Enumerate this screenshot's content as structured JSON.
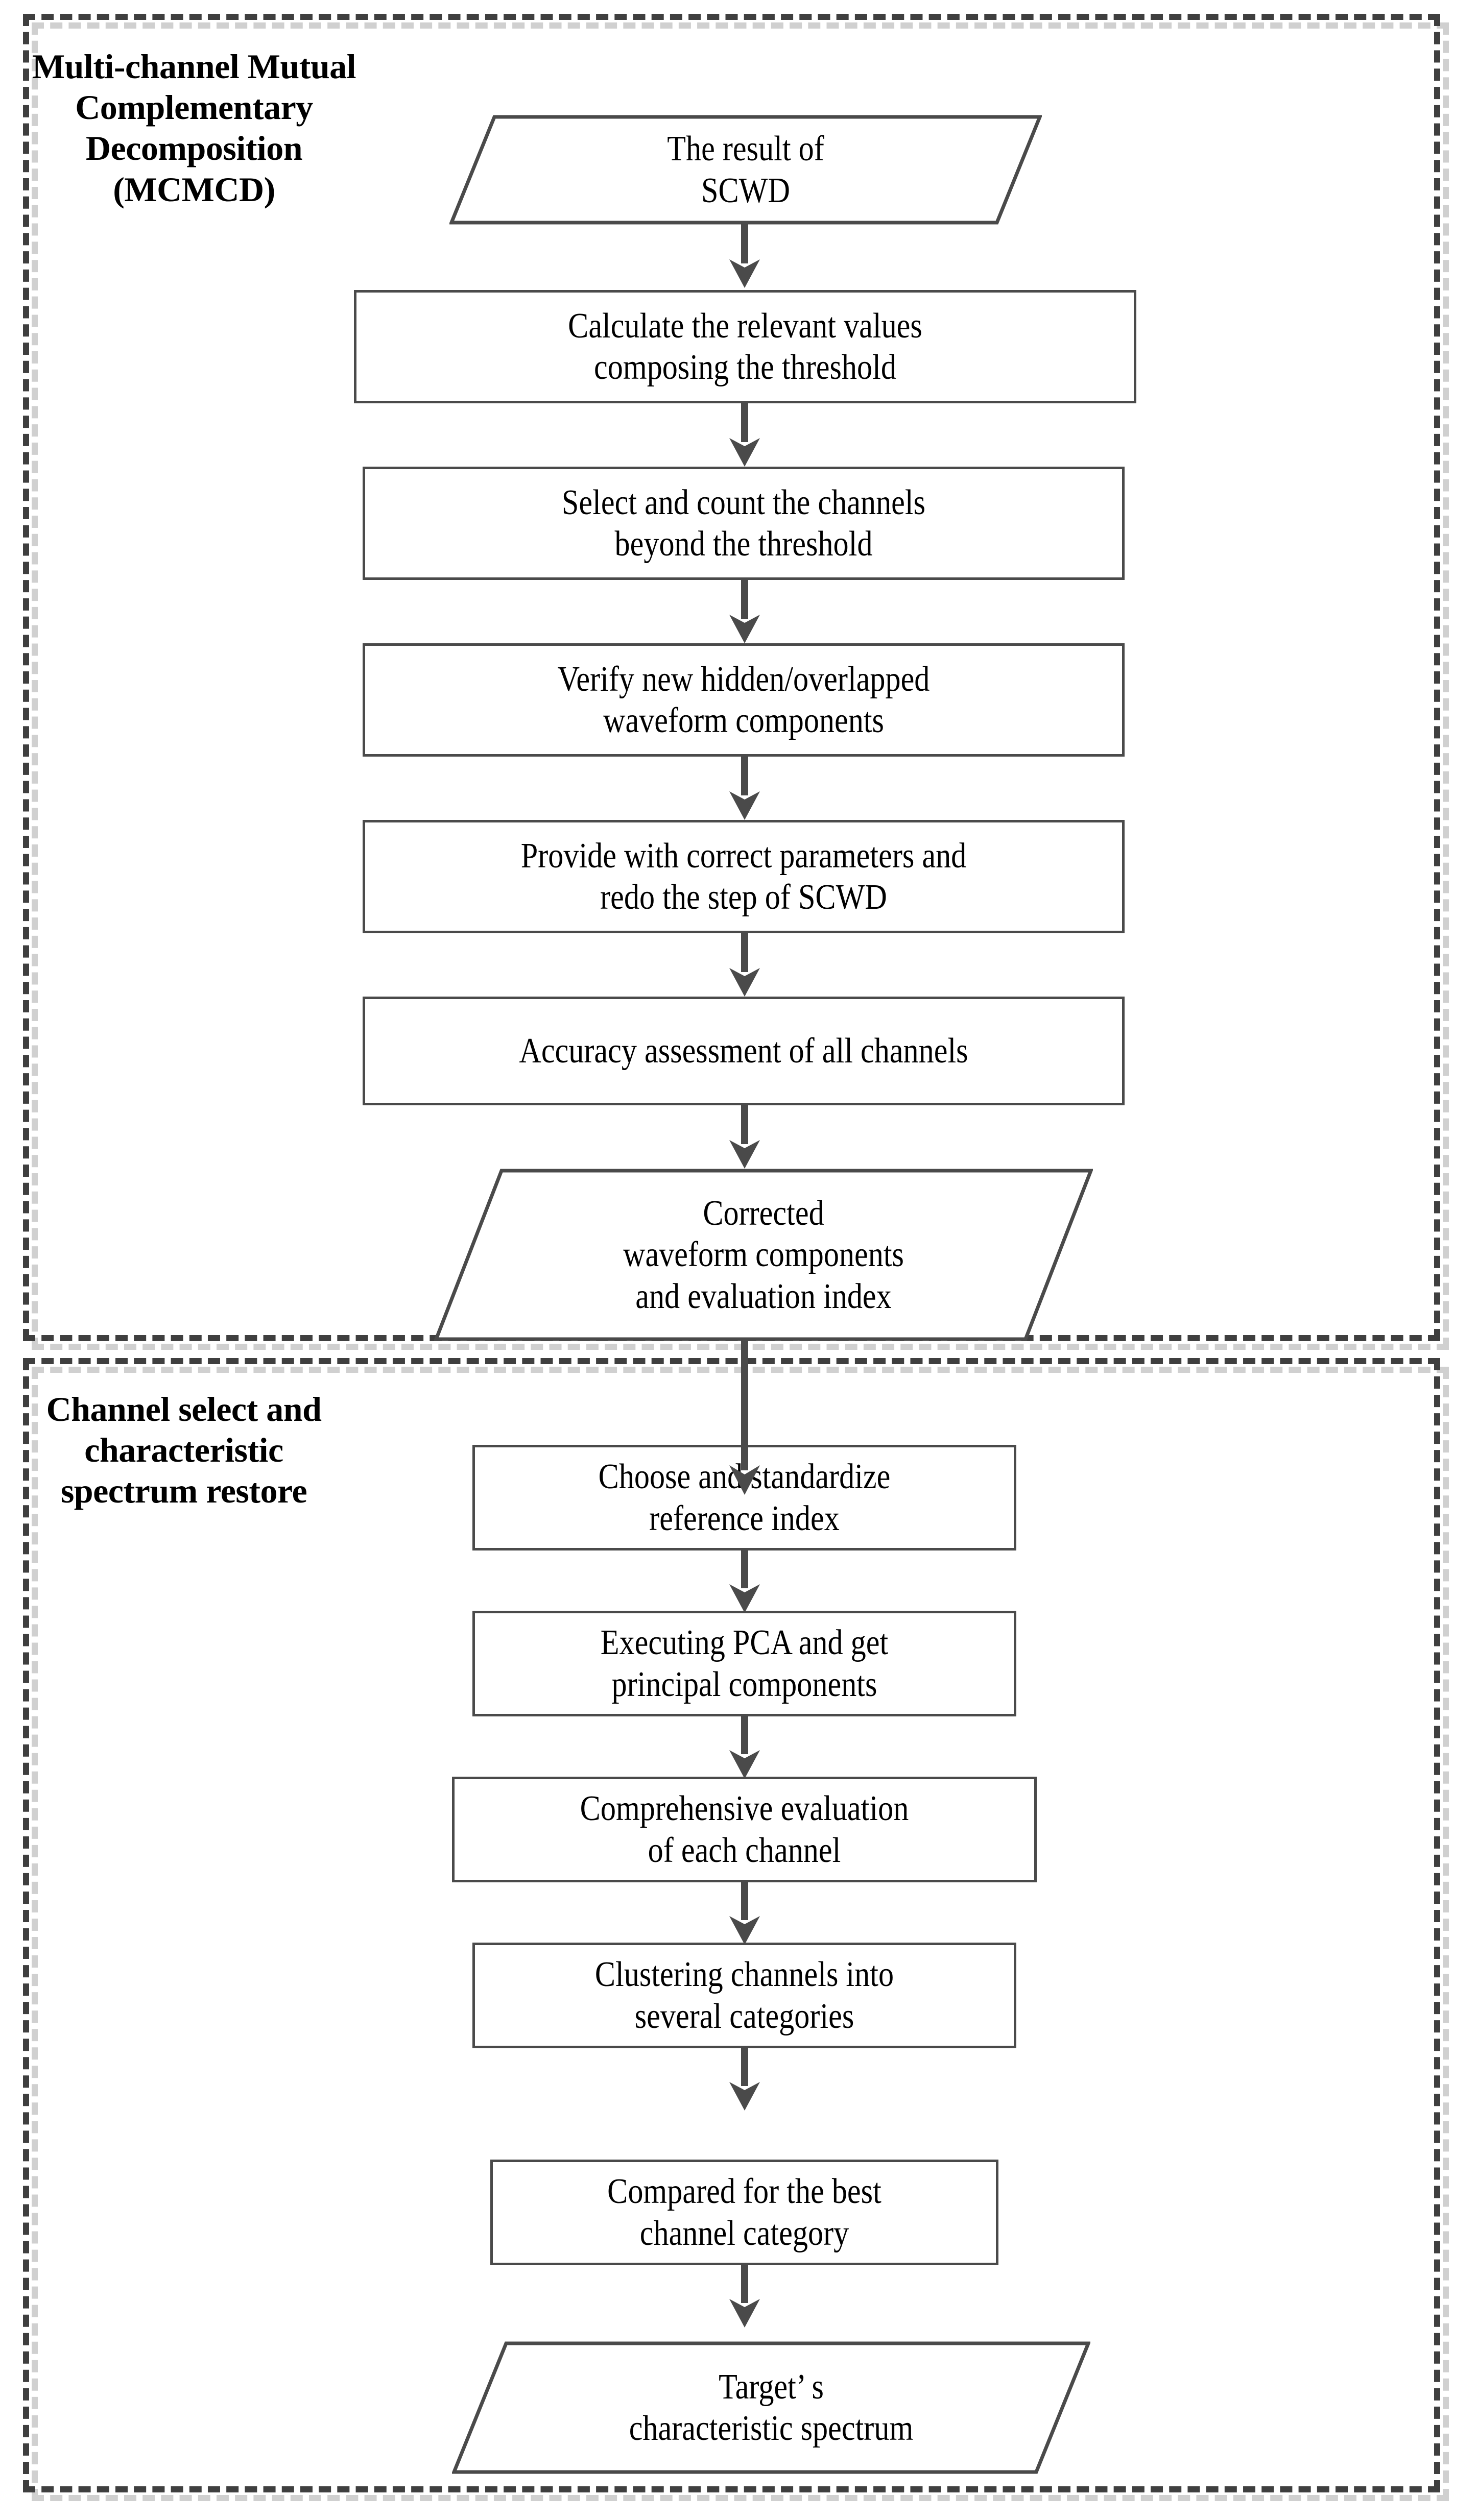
{
  "diagram": {
    "title_visible": false,
    "line_color": "#4a4a4a",
    "dash_color": "#3f3f3f",
    "shadow_color": "#d0d0d0",
    "background": "#ffffff"
  },
  "groups": [
    {
      "id": "mcmcd",
      "label": "Multi-channel Mutual\nComplementary\nDecomposition\n(MCMCD)"
    },
    {
      "id": "channel-select",
      "label": "Channel select and\ncharacteristic\nspectrum restore"
    }
  ],
  "nodes": {
    "scwd_result": "The result of\nSCWD",
    "calculate_threshold": "Calculate the relevant values\ncomposing the threshold",
    "select_count_channels": "Select and count the channels\nbeyond the threshold",
    "verify_components": "Verify  new hidden/overlapped\nwaveform components",
    "provide_parameters": "Provide with correct parameters and\nredo the step of SCWD",
    "accuracy_assessment": "Accuracy assessment of all channels",
    "corrected_output": "Corrected\nwaveform components\nand evaluation index",
    "choose_reference": "Choose and standardize\nreference index",
    "executing_pca": "Executing PCA and get\nprincipal components",
    "comprehensive_eval": "Comprehensive evaluation\nof each channel",
    "clustering_channels": "Clustering channels into\nseveral categories",
    "compared_best": "Compared for the best\nchannel category",
    "target_spectrum": "Target’ s\ncharacteristic spectrum"
  },
  "flow_order": [
    "scwd_result",
    "calculate_threshold",
    "select_count_channels",
    "verify_components",
    "provide_parameters",
    "accuracy_assessment",
    "corrected_output",
    "choose_reference",
    "executing_pca",
    "comprehensive_eval",
    "clustering_channels",
    "compared_best",
    "target_spectrum"
  ]
}
